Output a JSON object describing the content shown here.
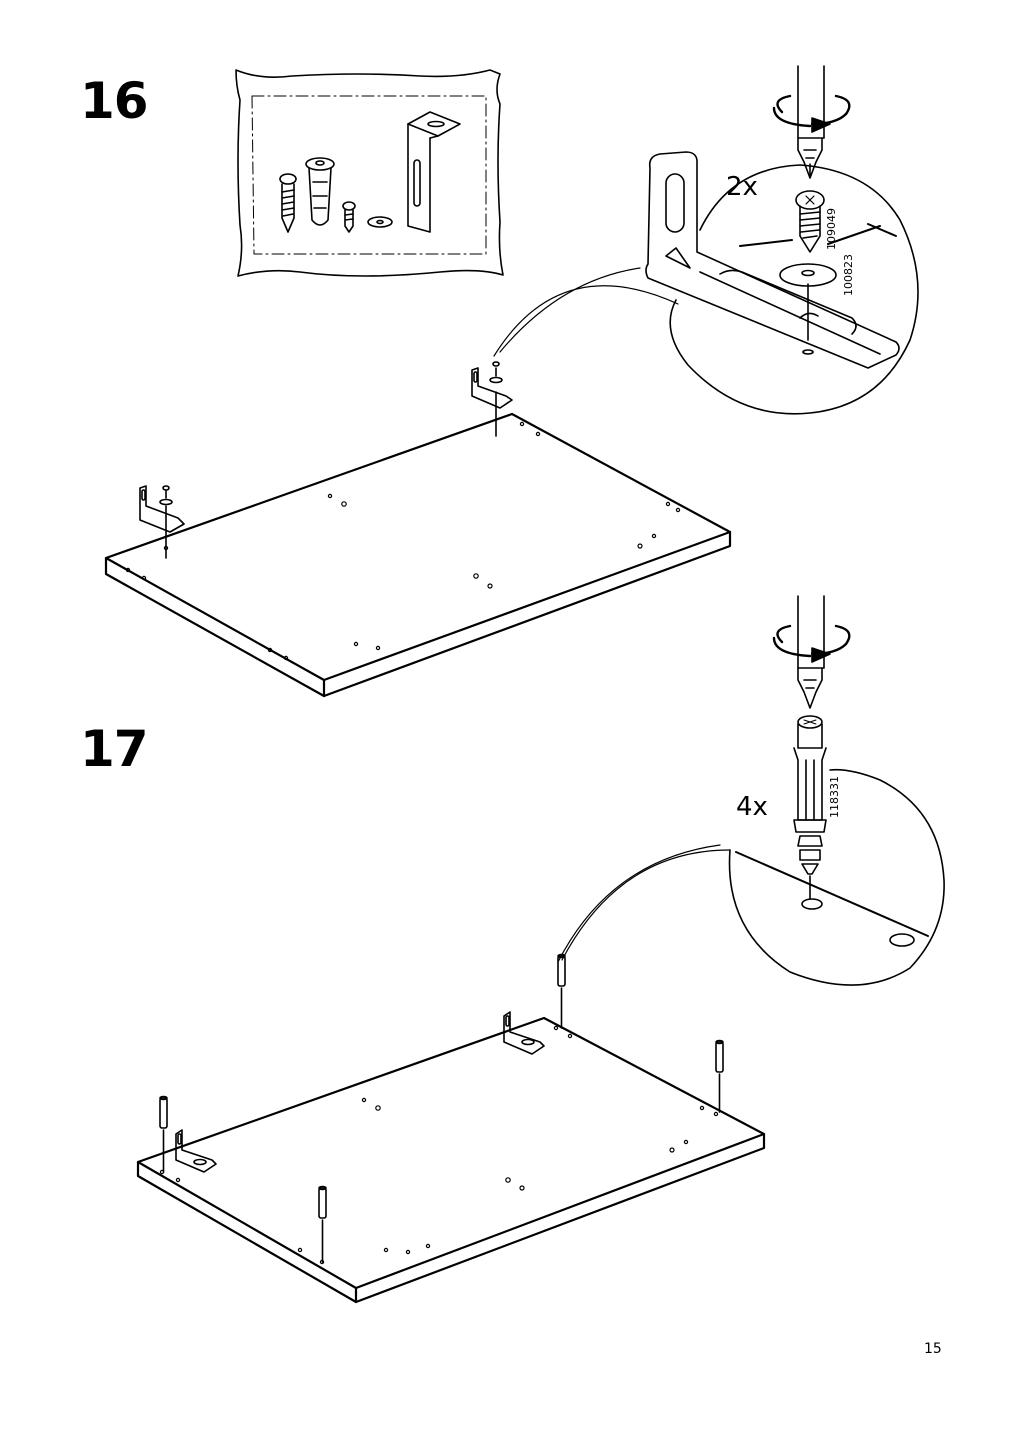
{
  "page": {
    "number": "15"
  },
  "steps": [
    {
      "number": "16",
      "quantity": "2x",
      "part_numbers": [
        "109049",
        "100823"
      ],
      "illustration": "Attach two L-brackets to the panel, each with one screw and one washer",
      "tool": "screwdriver-icon"
    },
    {
      "number": "17",
      "quantity": "4x",
      "part_numbers": [
        "118331"
      ],
      "illustration": "Screw four dowels into the panel holes",
      "tool": "screwdriver-icon"
    }
  ]
}
